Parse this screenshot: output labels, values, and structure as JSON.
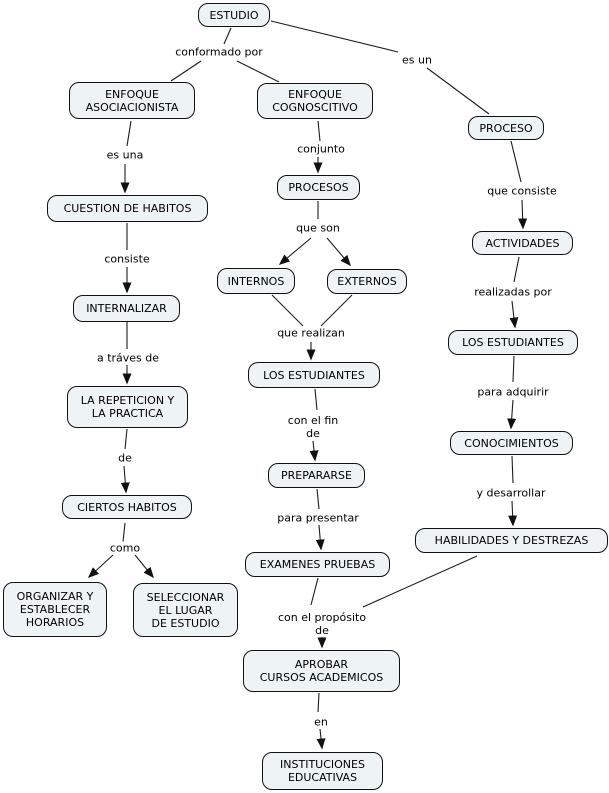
{
  "colors": {
    "canvas_bg": "#ffffff",
    "node_fill": "#eef3f6",
    "node_border": "#111111",
    "connector": "#1c1c1c",
    "text": "#000000"
  },
  "nodes": {
    "estudio": "ESTUDIO",
    "enfoque_asociacionista": "ENFOQUE\nASOCIACIONISTA",
    "enfoque_cognoscitivo": "ENFOQUE\nCOGNOSCITIVO",
    "proceso": "PROCESO",
    "cuestion_de_habitos": "CUESTION DE HABITOS",
    "procesos": "PROCESOS",
    "actividades": "ACTIVIDADES",
    "internos": "INTERNOS",
    "externos": "EXTERNOS",
    "internalizar": "INTERNALIZAR",
    "los_estudiantes_centro": "LOS ESTUDIANTES",
    "los_estudiantes_derecha": "LOS ESTUDIANTES",
    "la_repeticion_y_la_practica": "LA REPETICION Y\nLA PRACTICA",
    "conocimientos": "CONOCIMIENTOS",
    "prepararse": "PREPARARSE",
    "ciertos_habitos": "CIERTOS HABITOS",
    "habilidades_y_destrezas": "HABILIDADES Y DESTREZAS",
    "examenes_pruebas": "EXAMENES PRUEBAS",
    "organizar_y_establecer_horarios": "ORGANIZAR Y\nESTABLECER\nHORARIOS",
    "seleccionar_el_lugar_de_estudio": "SELECCIONAR\nEL LUGAR\nDE ESTUDIO",
    "aprobar_cursos_academicos": "APROBAR\nCURSOS ACADEMICOS",
    "instituciones_educativas": "INSTITUCIONES\nEDUCATIVAS"
  },
  "edge_labels": {
    "conformado_por": "conformado por",
    "es_un": "es un",
    "es_una": "es una",
    "conjunto": "conjunto",
    "que_consiste": "que consiste",
    "consiste": "consiste",
    "que_son": "que son",
    "realizadas_por": "realizadas por",
    "que_realizan": "que realizan",
    "a_traves_de": "a tráves de",
    "para_adquirir": "para adquirir",
    "con_el_fin_de": "con el fin\nde",
    "de_izquierda": "de",
    "y_desarrollar": "y desarrollar",
    "para_presentar": "para presentar",
    "como": "como",
    "con_el_proposito_de": "con el propósito\nde",
    "en": "en"
  }
}
